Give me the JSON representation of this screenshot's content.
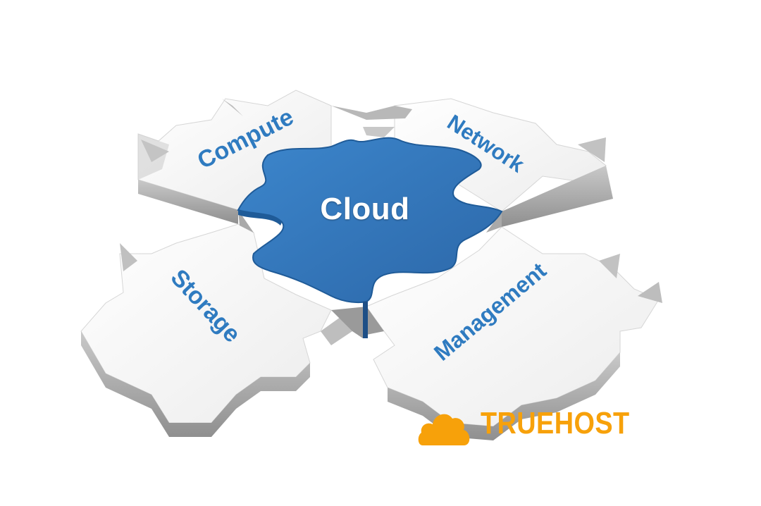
{
  "pieces": {
    "center": "Cloud",
    "top_left": "Compute",
    "top_right": "Network",
    "bottom_left": "Storage",
    "bottom_right": "Management"
  },
  "brand": {
    "name": "TRUEHOST",
    "icon": "cloud-icon",
    "color": "#f7a10a"
  },
  "colors": {
    "cloud_piece": "#3477bd",
    "label_text": "#2f7bc0",
    "piece_face": "#fbfbfb",
    "piece_shadow": "#d9d9d9"
  }
}
